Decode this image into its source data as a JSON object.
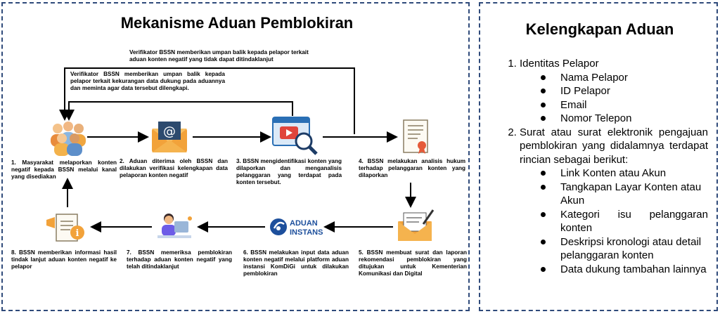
{
  "left": {
    "title": "Mekanisme Aduan Pemblokiran",
    "feedback_top": "Verifikator BSSN memberikan umpan balik kepada pelapor terkait aduan konten negatif yang tidak dapat ditindaklanjut",
    "feedback_inner": "Verifikator BSSN memberikan umpan balik kepada pelapor terkait kekurangan data dukung pada aduannya dan meminta agar data tersebut dilengkapi.",
    "steps": [
      {
        "text": "1. Masyarakat melaporkan konten negatif kepada BSSN melalui kanal yang disediakan",
        "icon": "people-group-icon"
      },
      {
        "text": "2. Aduan diterima oleh BSSN dan dilakukan verifikasi kelengkapan data pelaporan konten negatif",
        "icon": "email-envelope-icon"
      },
      {
        "text": "3. BSSN mengidentifikasi konten yang dilaporkan dan menganalisis pelanggaran yang terdapat pada konten tersebut.",
        "icon": "video-search-icon"
      },
      {
        "text": "4. BSSN melakukan analisis hukum terhadap pelanggaran konten yang dilaporkan",
        "icon": "legal-document-icon"
      },
      {
        "text": "5. BSSN membuat surat dan laporan rekomendasi pemblokiran yang ditujukan untuk Kementerian Komunikasi dan Digital",
        "icon": "letter-writing-icon"
      },
      {
        "text": "6. BSSN melakukan input data aduan konten negatif melalui platform aduan instansi KomDiGi untuk dilakukan pemblokiran",
        "icon": "aduan-instansi-logo"
      },
      {
        "text": "7. BSSN memeriksa pemblokiran terhadap aduan konten negatif yang telah ditindaklanjut",
        "icon": "person-laptop-icon"
      },
      {
        "text": "8. BSSN memberikan informasi hasil tindak lanjut aduan konten negatif ke pelapor",
        "icon": "announcement-info-icon"
      }
    ],
    "logo_line1": "ADUAN",
    "logo_line2": "INSTANSI"
  },
  "right": {
    "title": "Kelengkapan Aduan",
    "item1": "Identitas Pelapor",
    "item1_sub": [
      "Nama Pelapor",
      "ID Pelapor",
      "Email",
      "Nomor Telepon"
    ],
    "item2": "Surat atau surat elektronik pengajuan pemblokiran yang didalamnya terdapat rincian sebagai berikut:",
    "item2_sub": [
      "Link Konten atau Akun",
      "Tangkapan Layar Konten atau Akun",
      "Kategori isu pelanggaran konten",
      "Deskripsi kronologi atau detail pelanggaran konten",
      "Data dukung tambahan lainnya"
    ]
  },
  "colors": {
    "border": "#2f4a7a",
    "accent_blue": "#2a6fb5",
    "orange": "#f2a23a",
    "logo_blue": "#1d4f9c"
  }
}
